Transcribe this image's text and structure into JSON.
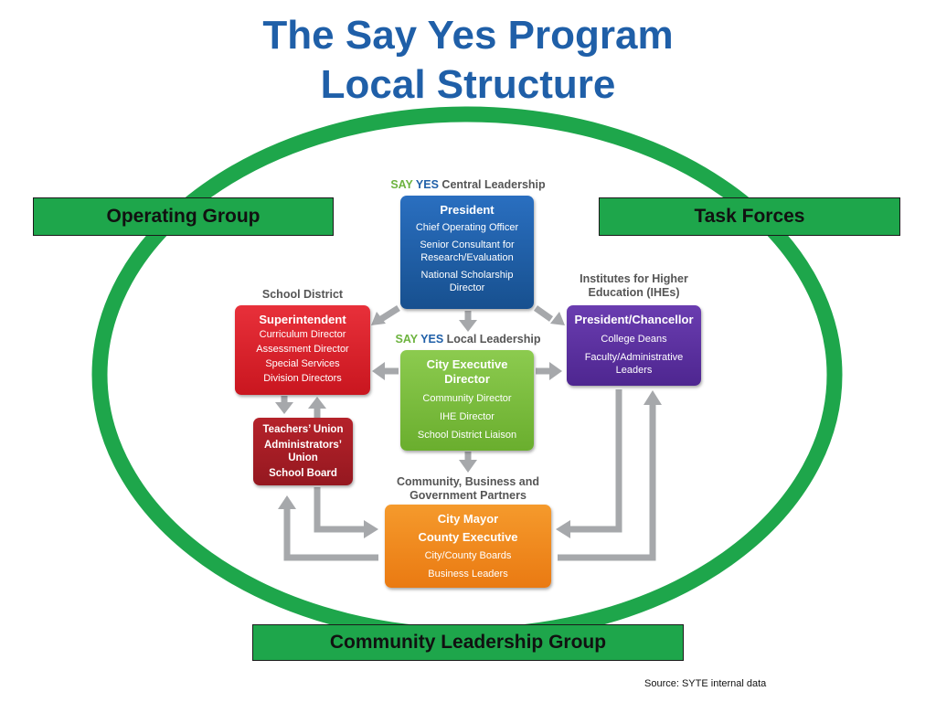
{
  "title": {
    "line1": "The Say Yes Program",
    "line2": "Local Structure"
  },
  "bands": {
    "operating_group": "Operating Group",
    "task_forces": "Task Forces",
    "community_leadership": "Community Leadership Group"
  },
  "central": {
    "header_say": "SAY",
    "header_yes": "YES",
    "header_rest": "Central Leadership",
    "title": "President",
    "items": [
      "Chief Operating Officer",
      "Senior Consultant for",
      "Research/Evaluation",
      "National Scholarship",
      "Director"
    ]
  },
  "school_district": {
    "header": "School District",
    "title": "Superintendent",
    "items": [
      "Curriculum Director",
      "Assessment Director",
      "Special Services",
      "Division Directors"
    ]
  },
  "ihe": {
    "header_line1": "Institutes for Higher",
    "header_line2": "Education (IHEs)",
    "title": "President/Chancellor",
    "items": [
      "College Deans",
      "Faculty/Administrative",
      "Leaders"
    ]
  },
  "local": {
    "header_say": "SAY",
    "header_yes": "YES",
    "header_rest": "Local Leadership",
    "title_line1": "City Executive",
    "title_line2": "Director",
    "items": [
      "Community Director",
      "IHE Director",
      "School District Liaison"
    ]
  },
  "unions": {
    "items": [
      "Teachers’ Union",
      "Administrators’",
      "Union",
      "School Board"
    ]
  },
  "partners": {
    "header_line1": "Community, Business and",
    "header_line2": "Government Partners",
    "title_line1": "City Mayor",
    "title_line2": "County Executive",
    "items": [
      "City/County Boards",
      "Business Leaders"
    ]
  },
  "source": "Source: SYTE  internal data",
  "colors": {
    "title": "#1f5fa8",
    "ring_green": "#1ea64b",
    "arrow_gray": "#a6a8ab",
    "central_blue": "#1f5fa8",
    "district_red": "#d91f26",
    "ihe_purple": "#5b2d9e",
    "local_green": "#7dbd3f",
    "union_red": "#a81d24",
    "partners_orange": "#f08a1c"
  }
}
